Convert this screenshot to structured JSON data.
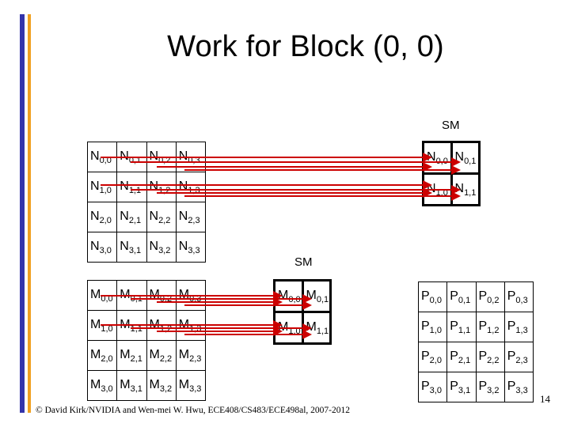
{
  "title": "Work for Block (0, 0)",
  "sm_label_top": "SM",
  "sm_label_mid": "SM",
  "page_number": "14",
  "footer": "© David Kirk/NVIDIA and Wen-mei W. Hwu, ECE408/CS483/ECE498al, 2007-2012",
  "colors": {
    "arrow": "#cc0000",
    "bar_blue": "#3333aa",
    "bar_orange": "#f0a020"
  },
  "n_matrix": {
    "letter": "N",
    "rows": [
      [
        {
          "t": "N",
          "s": "0,0"
        },
        {
          "t": "N",
          "s": "0,1"
        },
        {
          "t": "N",
          "s": "0,2"
        },
        {
          "t": "N",
          "s": "0,3"
        }
      ],
      [
        {
          "t": "N",
          "s": "1,0"
        },
        {
          "t": "N",
          "s": "1,1"
        },
        {
          "t": "N",
          "s": "1,2"
        },
        {
          "t": "N",
          "s": "1,3"
        }
      ],
      [
        {
          "t": "N",
          "s": "2,0"
        },
        {
          "t": "N",
          "s": "2,1"
        },
        {
          "t": "N",
          "s": "2,2"
        },
        {
          "t": "N",
          "s": "2,3"
        }
      ],
      [
        {
          "t": "N",
          "s": "3,0"
        },
        {
          "t": "N",
          "s": "3,1"
        },
        {
          "t": "N",
          "s": "3,2"
        },
        {
          "t": "N",
          "s": "3,3"
        }
      ]
    ]
  },
  "n_shared": {
    "rows": [
      [
        {
          "t": "N",
          "s": "0,0"
        },
        {
          "t": "N",
          "s": "0,1"
        }
      ],
      [
        {
          "t": "N",
          "s": "1,0"
        },
        {
          "t": "N",
          "s": "1,1"
        }
      ]
    ]
  },
  "m_matrix": {
    "rows": [
      [
        {
          "t": "M",
          "s": "0,0"
        },
        {
          "t": "M",
          "s": "0,1"
        },
        {
          "t": "M",
          "s": "0,2"
        },
        {
          "t": "M",
          "s": "0,3"
        }
      ],
      [
        {
          "t": "M",
          "s": "1,0"
        },
        {
          "t": "M",
          "s": "1,1"
        },
        {
          "t": "M",
          "s": "1,2"
        },
        {
          "t": "M",
          "s": "1,3"
        }
      ],
      [
        {
          "t": "M",
          "s": "2,0"
        },
        {
          "t": "M",
          "s": "2,1"
        },
        {
          "t": "M",
          "s": "2,2"
        },
        {
          "t": "M",
          "s": "2,3"
        }
      ],
      [
        {
          "t": "M",
          "s": "3,0"
        },
        {
          "t": "M",
          "s": "3,1"
        },
        {
          "t": "M",
          "s": "3,2"
        },
        {
          "t": "M",
          "s": "3,3"
        }
      ]
    ]
  },
  "m_shared": {
    "rows": [
      [
        {
          "t": "M",
          "s": "0,0"
        },
        {
          "t": "M",
          "s": "0,1"
        }
      ],
      [
        {
          "t": "M",
          "s": "1,0"
        },
        {
          "t": "M",
          "s": "1,1"
        }
      ]
    ]
  },
  "p_matrix": {
    "rows": [
      [
        {
          "t": "P",
          "s": "0,0"
        },
        {
          "t": "P",
          "s": "0,1"
        },
        {
          "t": "P",
          "s": "0,2"
        },
        {
          "t": "P",
          "s": "0,3"
        }
      ],
      [
        {
          "t": "P",
          "s": "1,0"
        },
        {
          "t": "P",
          "s": "1,1"
        },
        {
          "t": "P",
          "s": "1,2"
        },
        {
          "t": "P",
          "s": "1,3"
        }
      ],
      [
        {
          "t": "P",
          "s": "2,0"
        },
        {
          "t": "P",
          "s": "2,1"
        },
        {
          "t": "P",
          "s": "2,2"
        },
        {
          "t": "P",
          "s": "2,3"
        }
      ],
      [
        {
          "t": "P",
          "s": "3,0"
        },
        {
          "t": "P",
          "s": "3,1"
        },
        {
          "t": "P",
          "s": "3,2"
        },
        {
          "t": "P",
          "s": "3,3"
        }
      ]
    ]
  }
}
